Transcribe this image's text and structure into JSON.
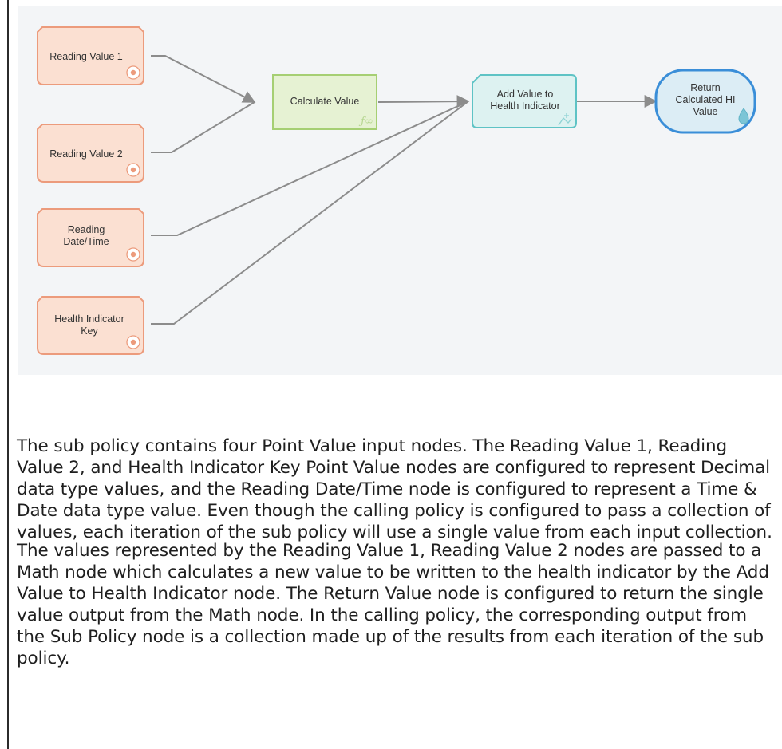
{
  "diagram": {
    "nodes": {
      "reading_value_1": "Reading Value 1",
      "reading_value_2": "Reading Value 2",
      "reading_datetime": "Reading\nDate/Time",
      "health_indicator_key": "Health Indicator\nKey",
      "calculate_value": "Calculate Value",
      "add_value": "Add Value to\nHealth Indicator",
      "return_value": "Return\nCalculated HI\nValue"
    },
    "icons": {
      "point_value": "target-icon",
      "math": "function-icon",
      "add_value": "chart-plus-icon",
      "return": "return-drop-icon"
    },
    "colors": {
      "input_fill": "#fbe0d2",
      "input_stroke": "#ec9b7c",
      "math_fill": "#e6f2d3",
      "math_stroke": "#a6cf73",
      "action_fill": "#ddf2f1",
      "action_stroke": "#5ec3c5",
      "return_fill": "#dcedf5",
      "return_stroke": "#3a8ed8",
      "connector": "#8c8c8c"
    }
  },
  "text": {
    "paragraph1": "The sub policy contains four Point Value input nodes. The Reading Value 1, Reading Value 2, and Health Indicator Key Point Value nodes are configured to represent Decimal data type values, and the Reading Date/Time node is configured to represent a Time & Date data type value. Even though the calling policy is configured to pass a collection of values, each iteration of the sub policy will use a single value from each input collection.",
    "paragraph2": "The values represented by the Reading Value 1, Reading Value 2 nodes are passed to a Math node which calculates a new value to be written to the health indicator by the Add Value to Health Indicator node. The Return Value node is configured to return the single value output from the Math node. In the calling policy, the corresponding output from the Sub Policy node is a collection made up of the results from each iteration of the sub policy."
  }
}
